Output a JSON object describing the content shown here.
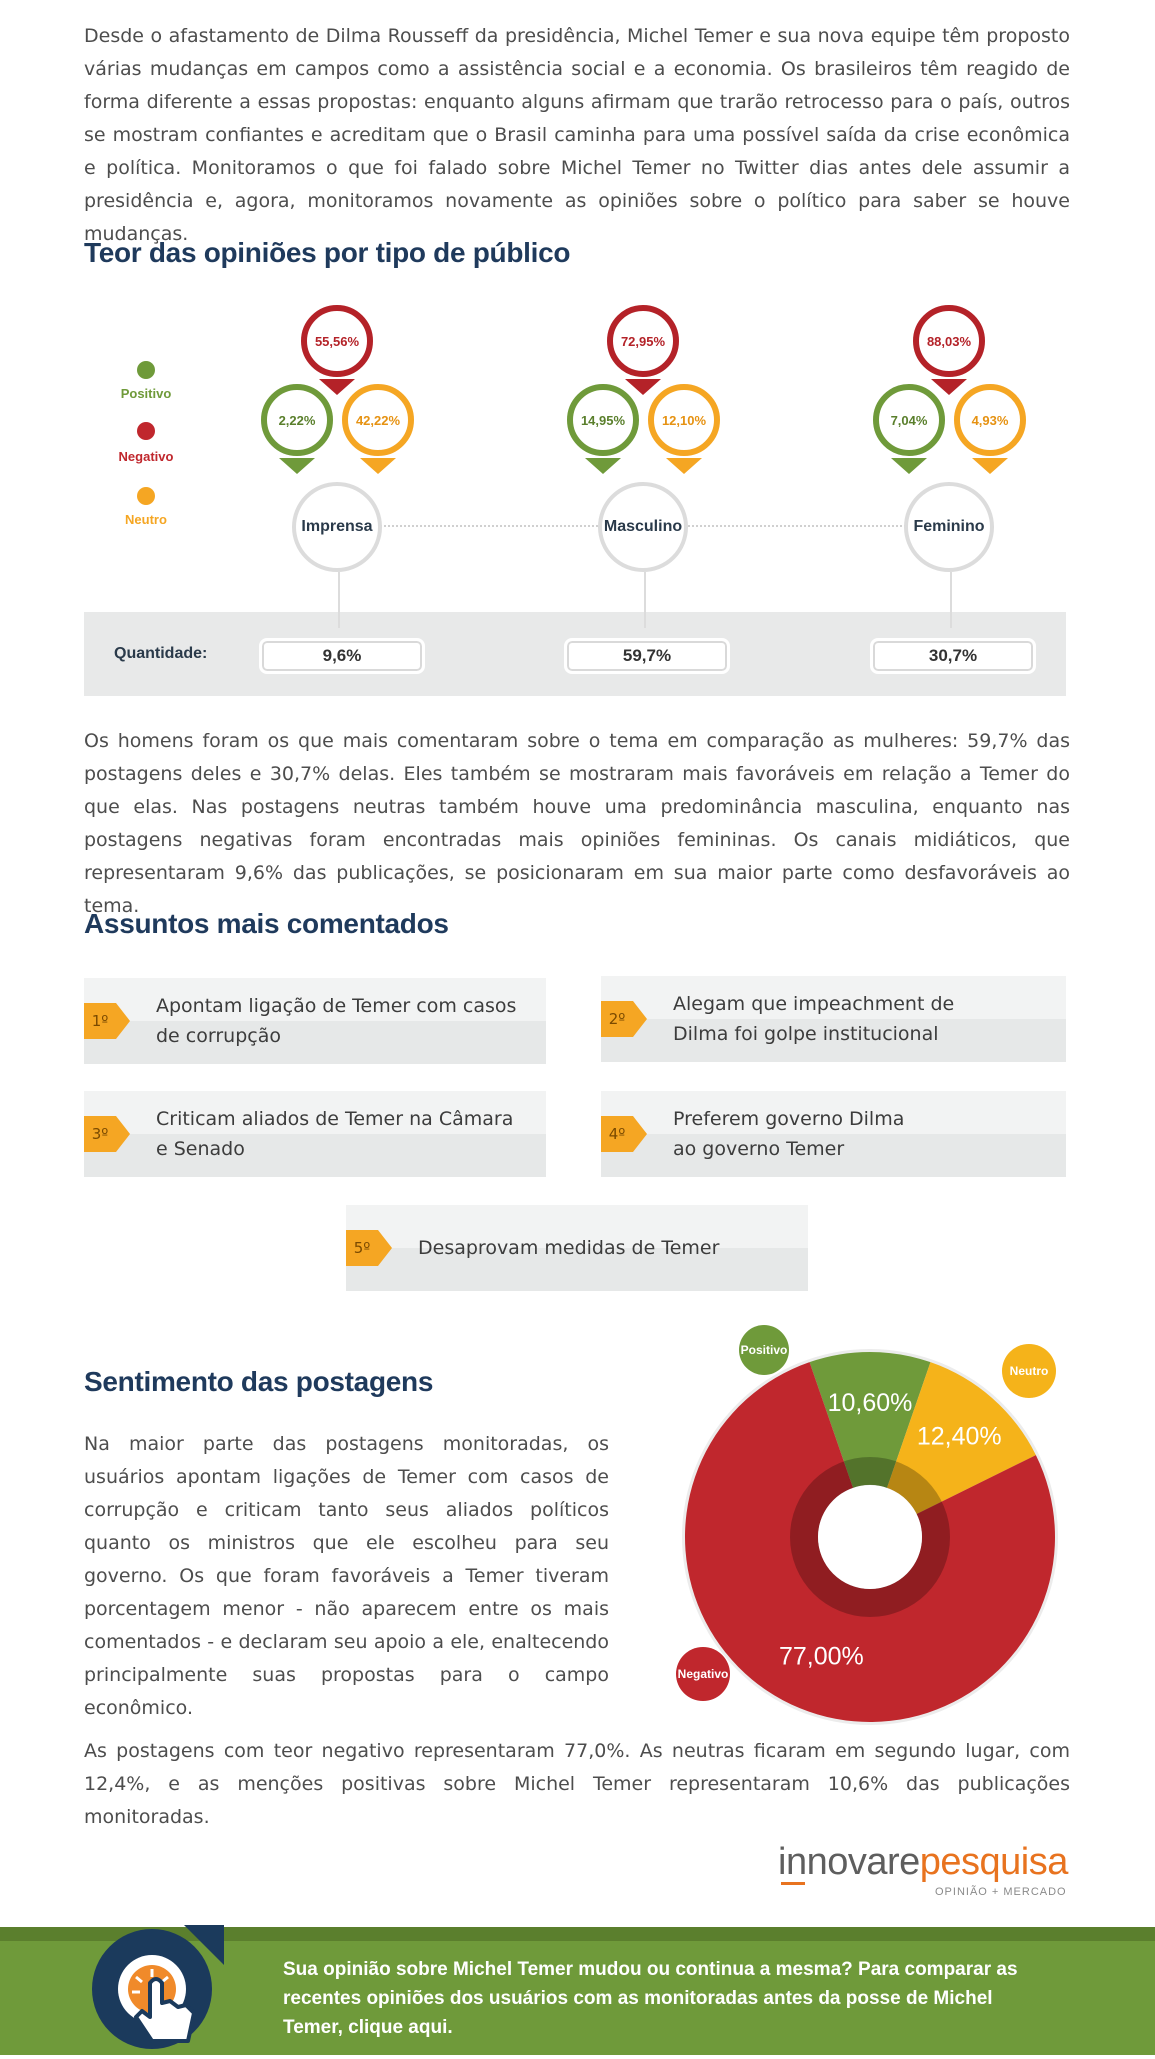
{
  "intro": "Desde o afastamento de Dilma Rousseff da presidência, Michel Temer e sua nova equipe têm proposto várias mudanças em campos como a assistência social e a economia. Os brasileiros têm reagido de forma diferente a essas propostas: enquanto alguns afirmam que trarão retrocesso para o país, outros se mostram confiantes e acreditam que o Brasil caminha para uma possível saída da crise econômica e política. Monitoramos o que foi falado sobre Michel Temer no Twitter dias antes dele assumir a presidência e, agora, monitoramos novamente as opiniões sobre o político para saber se houve mudanças.",
  "opinions": {
    "title": "Teor das opiniões por tipo de público",
    "legend": [
      {
        "label": "Positivo",
        "color": "#6f9a3a"
      },
      {
        "label": "Negativo",
        "color": "#c0272d"
      },
      {
        "label": "Neutro",
        "color": "#f5a623"
      }
    ],
    "quantity_label": "Quantidade:",
    "groups": [
      {
        "name": "Imprensa",
        "negativo": "55,56%",
        "positivo": "2,22%",
        "neutro": "42,22%",
        "quantidade": "9,6%"
      },
      {
        "name": "Masculino",
        "negativo": "72,95%",
        "positivo": "14,95%",
        "neutro": "12,10%",
        "quantidade": "59,7%"
      },
      {
        "name": "Feminino",
        "negativo": "88,03%",
        "positivo": "7,04%",
        "neutro": "4,93%",
        "quantidade": "30,7%"
      }
    ]
  },
  "para2": "Os homens foram os que mais comentaram sobre o tema em comparação as mulheres: 59,7% das postagens deles e 30,7% delas.  Eles também se mostraram mais favoráveis em relação a Temer do que elas. Nas postagens neutras também houve uma predominância masculina, enquanto nas postagens negativas foram encontradas mais opiniões femininas. Os canais midiáticos, que representaram 9,6% das publicações, se posicionaram em sua maior parte como desfavoráveis ao tema.",
  "topics": {
    "title": "Assuntos mais comentados",
    "items": [
      {
        "rank": "1º",
        "text": "Apontam ligação de Temer com casos de corrupção"
      },
      {
        "rank": "2º",
        "text": "Alegam que impeachment de Dilma foi golpe institucional"
      },
      {
        "rank": "3º",
        "text": "Criticam aliados de Temer na Câmara e Senado"
      },
      {
        "rank": "4º",
        "text": "Preferem governo Dilma ao governo Temer"
      },
      {
        "rank": "5º",
        "text": "Desaprovam medidas de Temer"
      }
    ]
  },
  "sentiment": {
    "title": "Sentimento das postagens",
    "text": "Na maior parte das postagens monitoradas, os usuários apontam ligações de Temer com casos de corrupção e criticam tanto seus aliados políticos quanto os ministros que ele escolheu para seu governo. Os que foram favoráveis a Temer tiveram porcentagem menor - não aparecem entre os mais comentados - e declaram seu apoio a ele, enaltecendo principalmente suas propostas para o campo econômico."
  },
  "chart_data": {
    "type": "pie",
    "slices": [
      {
        "name": "Positivo",
        "value": 10.6,
        "label": "10,60%",
        "color": "#6f9a3a"
      },
      {
        "name": "Neutro",
        "value": 12.4,
        "label": "12,40%",
        "color": "#f5b31a"
      },
      {
        "name": "Negativo",
        "value": 77.0,
        "label": "77,00%",
        "color": "#c0272d"
      }
    ]
  },
  "para3": "As postagens com teor negativo representaram 77,0%. As neutras ficaram em segundo lugar, com 12,4%, e as menções positivas sobre Michel Temer representaram 10,6% das publicações monitoradas.",
  "logo": {
    "brand_a": "innovare",
    "brand_b": "pesquisa",
    "tagline": "OPINIÃO + MERCADO"
  },
  "footer": {
    "cta": "Sua opinião sobre Michel Temer mudou ou continua a mesma? Para comparar as recentes opiniões dos usuários com as monitoradas antes da posse de Michel Temer, clique aqui.",
    "icon": "pointer-hand-icon"
  }
}
